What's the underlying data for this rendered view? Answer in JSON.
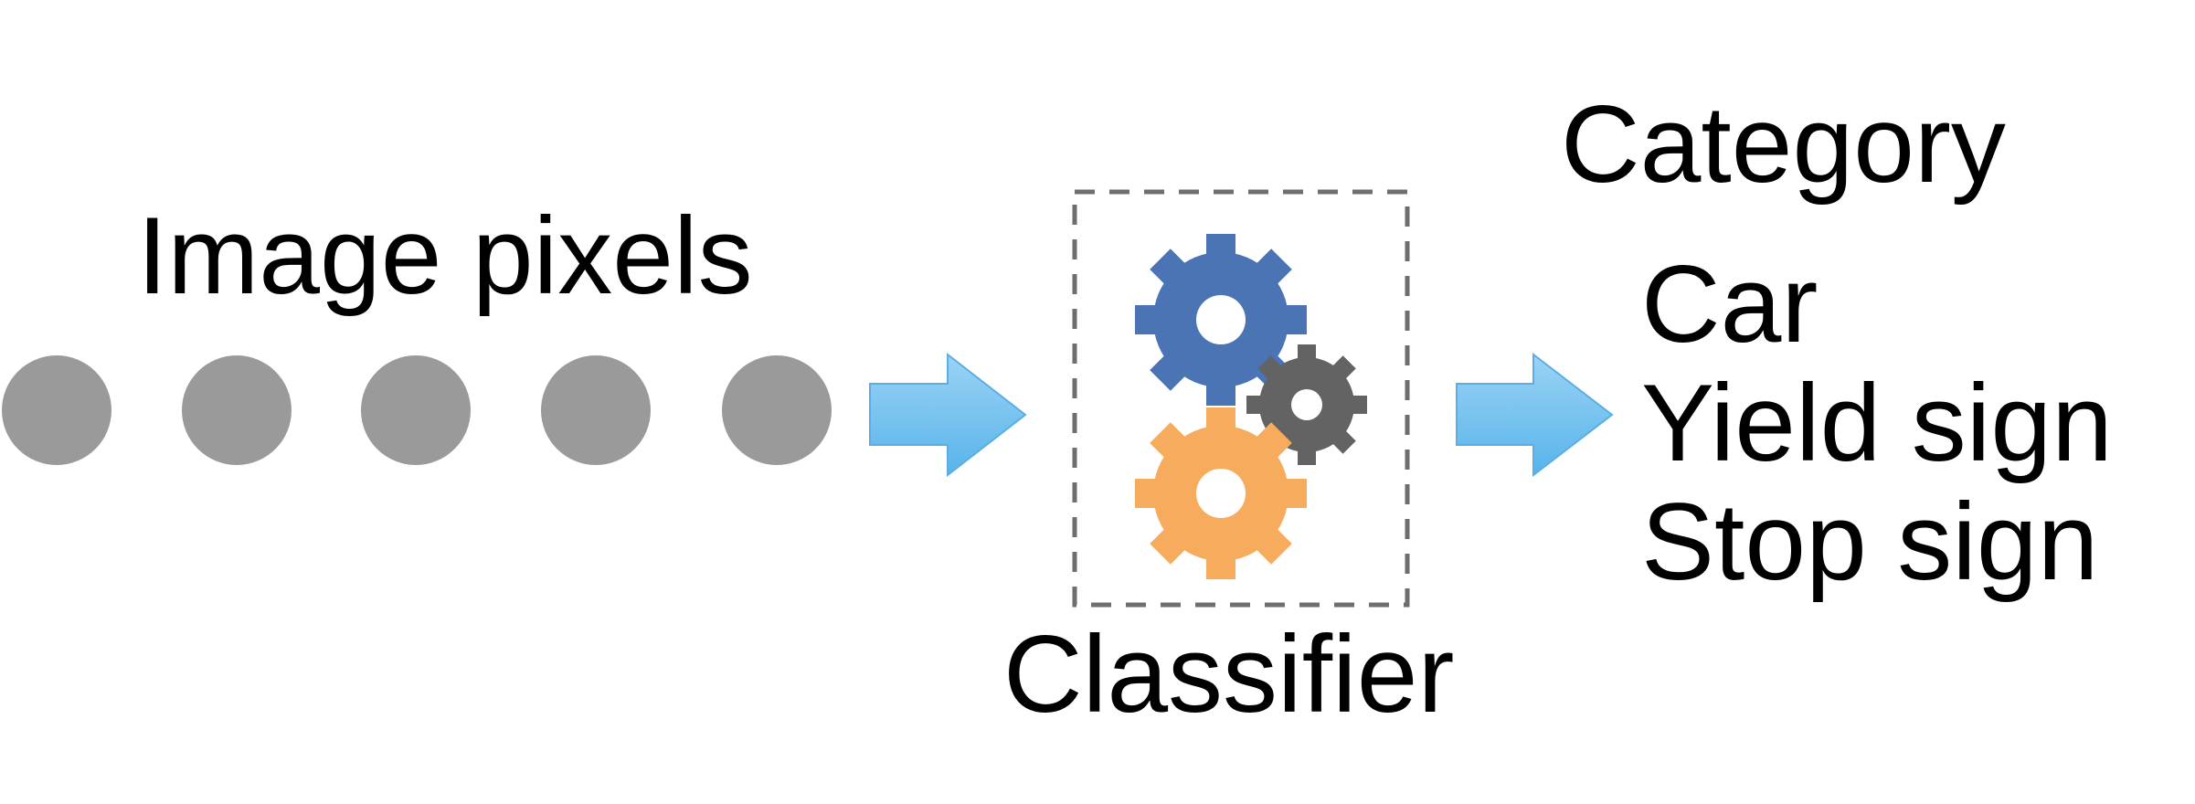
{
  "diagram": {
    "input_label": "Image pixels",
    "classifier_label": "Classifier",
    "category_title": "Category",
    "categories": [
      "Car",
      "Yield sign",
      "Stop sign"
    ]
  },
  "colors": {
    "pixel": "#9a9a9a",
    "arrow_fill_top": "#9ad3f5",
    "arrow_fill_bottom": "#58b4ea",
    "arrow_stroke": "#5aaee3",
    "box_dash": "#6e6e6e",
    "gear_blue": "#4a74b3",
    "gear_orange": "#f7ac5d",
    "gear_gray": "#636363"
  },
  "icons": [
    "pixel-dot-icon",
    "arrow-right-icon",
    "gear-icon"
  ]
}
